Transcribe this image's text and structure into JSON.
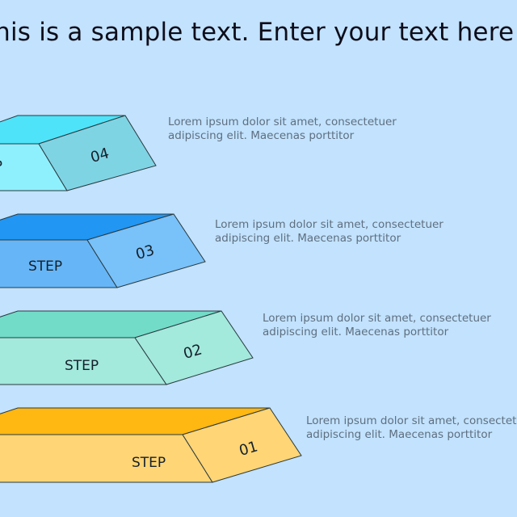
{
  "title": "This is a sample text. Enter your text here",
  "title_visible": "is is a sample text. Enter your text her",
  "steps": [
    {
      "number": "04",
      "label": "STEP",
      "label_visible": "EP",
      "description_line1": "Lorem ipsum dolor sit amet, consectetuer",
      "description_line2": "adipiscing elit. Maecenas porttitor",
      "colors": {
        "top": "#4fe3f9",
        "front": "#8ff0fd",
        "side": "#7fd4e4"
      }
    },
    {
      "number": "03",
      "label": "STEP",
      "description_line1": "Lorem ipsum dolor sit amet, consectetuer",
      "description_line2": "adipiscing elit. Maecenas porttitor",
      "colors": {
        "top": "#2196f3",
        "front": "#66b6f7",
        "side": "#79c1f9"
      }
    },
    {
      "number": "02",
      "label": "STEP",
      "description_line1": "Lorem ipsum dolor sit amet, consectetuer",
      "description_line2": "adipiscing elit. Maecenas porttitor",
      "colors": {
        "top": "#72dcc8",
        "front": "#a3e9dc",
        "side": "#a3e9dc"
      }
    },
    {
      "number": "01",
      "label": "STEP",
      "description_line1": "Lorem ipsum dolor sit amet, consectetuer",
      "description_line2": "adipiscing elit. Maecenas porttitor",
      "colors": {
        "top": "#ffb711",
        "front": "#ffd575",
        "side": "#ffd575"
      }
    }
  ],
  "colors": {
    "background": "#c2e2fd",
    "title": "#0d0d1a",
    "description": "#5f6f80",
    "outline": "#2a3a40"
  }
}
